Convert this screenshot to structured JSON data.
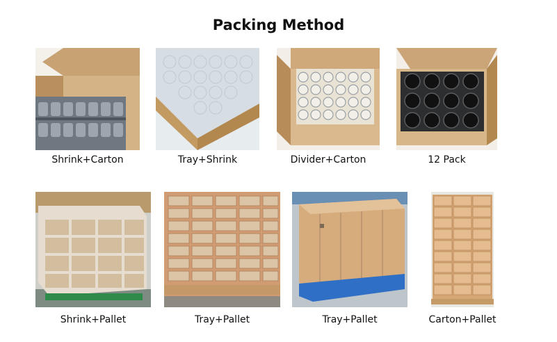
{
  "title": "Packing Method",
  "items": [
    {
      "caption": "Shrink+Carton"
    },
    {
      "caption": "Tray+Shrink"
    },
    {
      "caption": "Divider+Carton"
    },
    {
      "caption": "12 Pack"
    },
    {
      "caption": "Shrink+Pallet"
    },
    {
      "caption": "Tray+Pallet"
    },
    {
      "caption": "Tray+Pallet"
    },
    {
      "caption": "Carton+Pallet"
    }
  ]
}
